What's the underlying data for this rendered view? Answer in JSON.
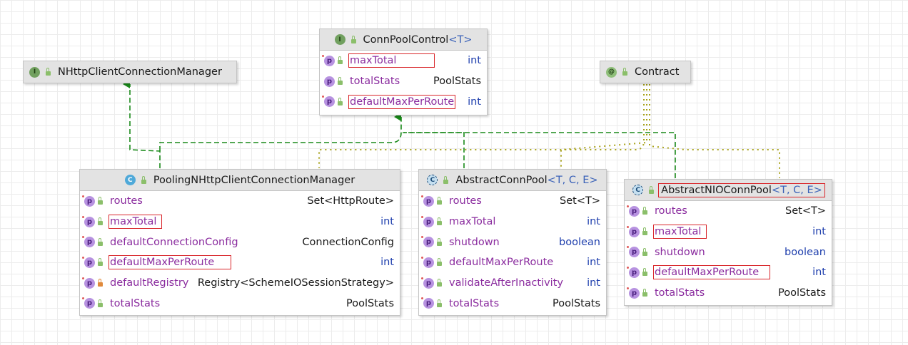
{
  "interfaces": {
    "nhttp": {
      "badge": "I",
      "name": "NHttpClientConnectionManager"
    },
    "contract": {
      "badge": "@",
      "name": "Contract"
    },
    "connpool": {
      "badge": "I",
      "name": "ConnPoolControl",
      "generic": "<T>",
      "fields": [
        {
          "name": "maxTotal",
          "type": "int"
        },
        {
          "name": "totalStats",
          "type": "PoolStats"
        },
        {
          "name": "defaultMaxPerRoute",
          "type": "int"
        }
      ]
    }
  },
  "classes": {
    "pooling": {
      "badge": "C",
      "name": "PoolingNHttpClientConnectionManager",
      "fields": [
        {
          "name": "routes",
          "type": "Set<HttpRoute>"
        },
        {
          "name": "maxTotal",
          "type": "int"
        },
        {
          "name": "defaultConnectionConfig",
          "type": "ConnectionConfig"
        },
        {
          "name": "defaultMaxPerRoute",
          "type": "int"
        },
        {
          "name": "defaultRegistry",
          "type": "Registry<SchemeIOSessionStrategy>"
        },
        {
          "name": "totalStats",
          "type": "PoolStats"
        }
      ]
    },
    "abstractconnpool": {
      "badge": "C",
      "name": "AbstractConnPool",
      "generic": "<T, C, E>",
      "fields": [
        {
          "name": "routes",
          "type": "Set<T>"
        },
        {
          "name": "maxTotal",
          "type": "int"
        },
        {
          "name": "shutdown",
          "type": "boolean"
        },
        {
          "name": "defaultMaxPerRoute",
          "type": "int"
        },
        {
          "name": "validateAfterInactivity",
          "type": "int"
        },
        {
          "name": "totalStats",
          "type": "PoolStats"
        }
      ]
    },
    "abstractnio": {
      "badge": "C",
      "name": "AbstractNIOConnPool",
      "generic": "<T, C, E>",
      "fields": [
        {
          "name": "routes",
          "type": "Set<T>"
        },
        {
          "name": "maxTotal",
          "type": "int"
        },
        {
          "name": "shutdown",
          "type": "boolean"
        },
        {
          "name": "defaultMaxPerRoute",
          "type": "int"
        },
        {
          "name": "totalStats",
          "type": "PoolStats"
        }
      ]
    }
  },
  "field_badge": "p",
  "colors": {
    "implements_edge": "#1a8a1a",
    "annotation_edge": "#a8a21a",
    "highlight_box": "#d9262b"
  }
}
